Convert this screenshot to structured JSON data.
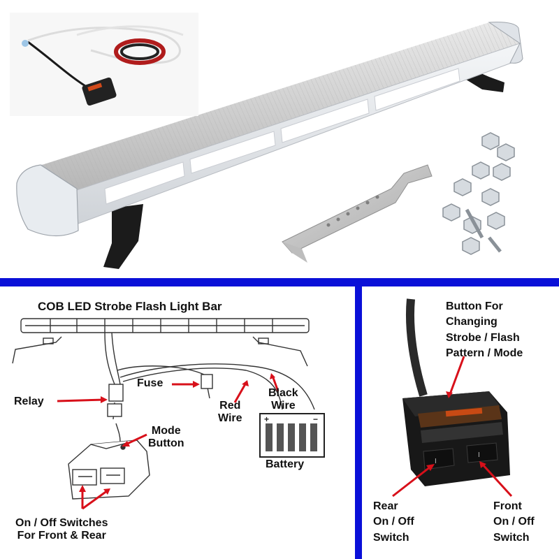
{
  "colors": {
    "divider_blue": "#0a10d8",
    "pointer_red": "#d8101a",
    "bar_chrome": "#c9c9c9",
    "photo_black": "#141414"
  },
  "photo": {
    "items": [
      "light-bar",
      "wiring-harness-with-control-box",
      "mounting-bracket",
      "nuts-and-bolts"
    ]
  },
  "diagram": {
    "title": "COB LED Strobe Flash Light Bar",
    "labels": {
      "relay": "Relay",
      "fuse": "Fuse",
      "red_wire": "Red\nWire",
      "black_wire": "Black\nWire",
      "mode_button": "Mode\nButton",
      "battery": "Battery",
      "switches": "On / Off Switches\nFor Front & Rear"
    }
  },
  "closeup": {
    "labels": {
      "button": "Button For\nChanging\nStrobe / Flash\nPattern / Mode",
      "rear_switch": "Rear\nOn / Off\nSwitch",
      "front_switch": "Front\nOn / Off\nSwitch"
    }
  }
}
